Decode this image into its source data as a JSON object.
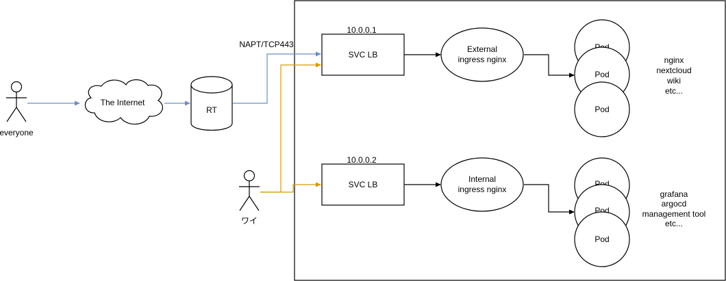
{
  "colors": {
    "blue_edge": "#6c8ebf",
    "orange_edge": "#d79b00",
    "black_edge": "#000000"
  },
  "actors": {
    "everyone": "everyone",
    "wai": "ワイ"
  },
  "internet": {
    "label": "The Internet"
  },
  "router": {
    "label": "RT"
  },
  "edge_label": "NAPT/TCP443",
  "external": {
    "ip": "10.0.0.1",
    "svc_lb": "SVC LB",
    "ingress_line1": "External",
    "ingress_line2": "ingress nginx",
    "pods": [
      "Pod",
      "Pod",
      "Pod"
    ],
    "apps": [
      "nginx",
      "nextcloud",
      "wiki",
      "etc..."
    ]
  },
  "internal": {
    "ip": "10.0.0.2",
    "svc_lb": "SVC LB",
    "ingress_line1": "Internal",
    "ingress_line2": "ingress nginx",
    "pods": [
      "Pod",
      "Pod",
      "Pod"
    ],
    "apps": [
      "grafana",
      "argocd",
      "management tool",
      "etc..."
    ]
  }
}
